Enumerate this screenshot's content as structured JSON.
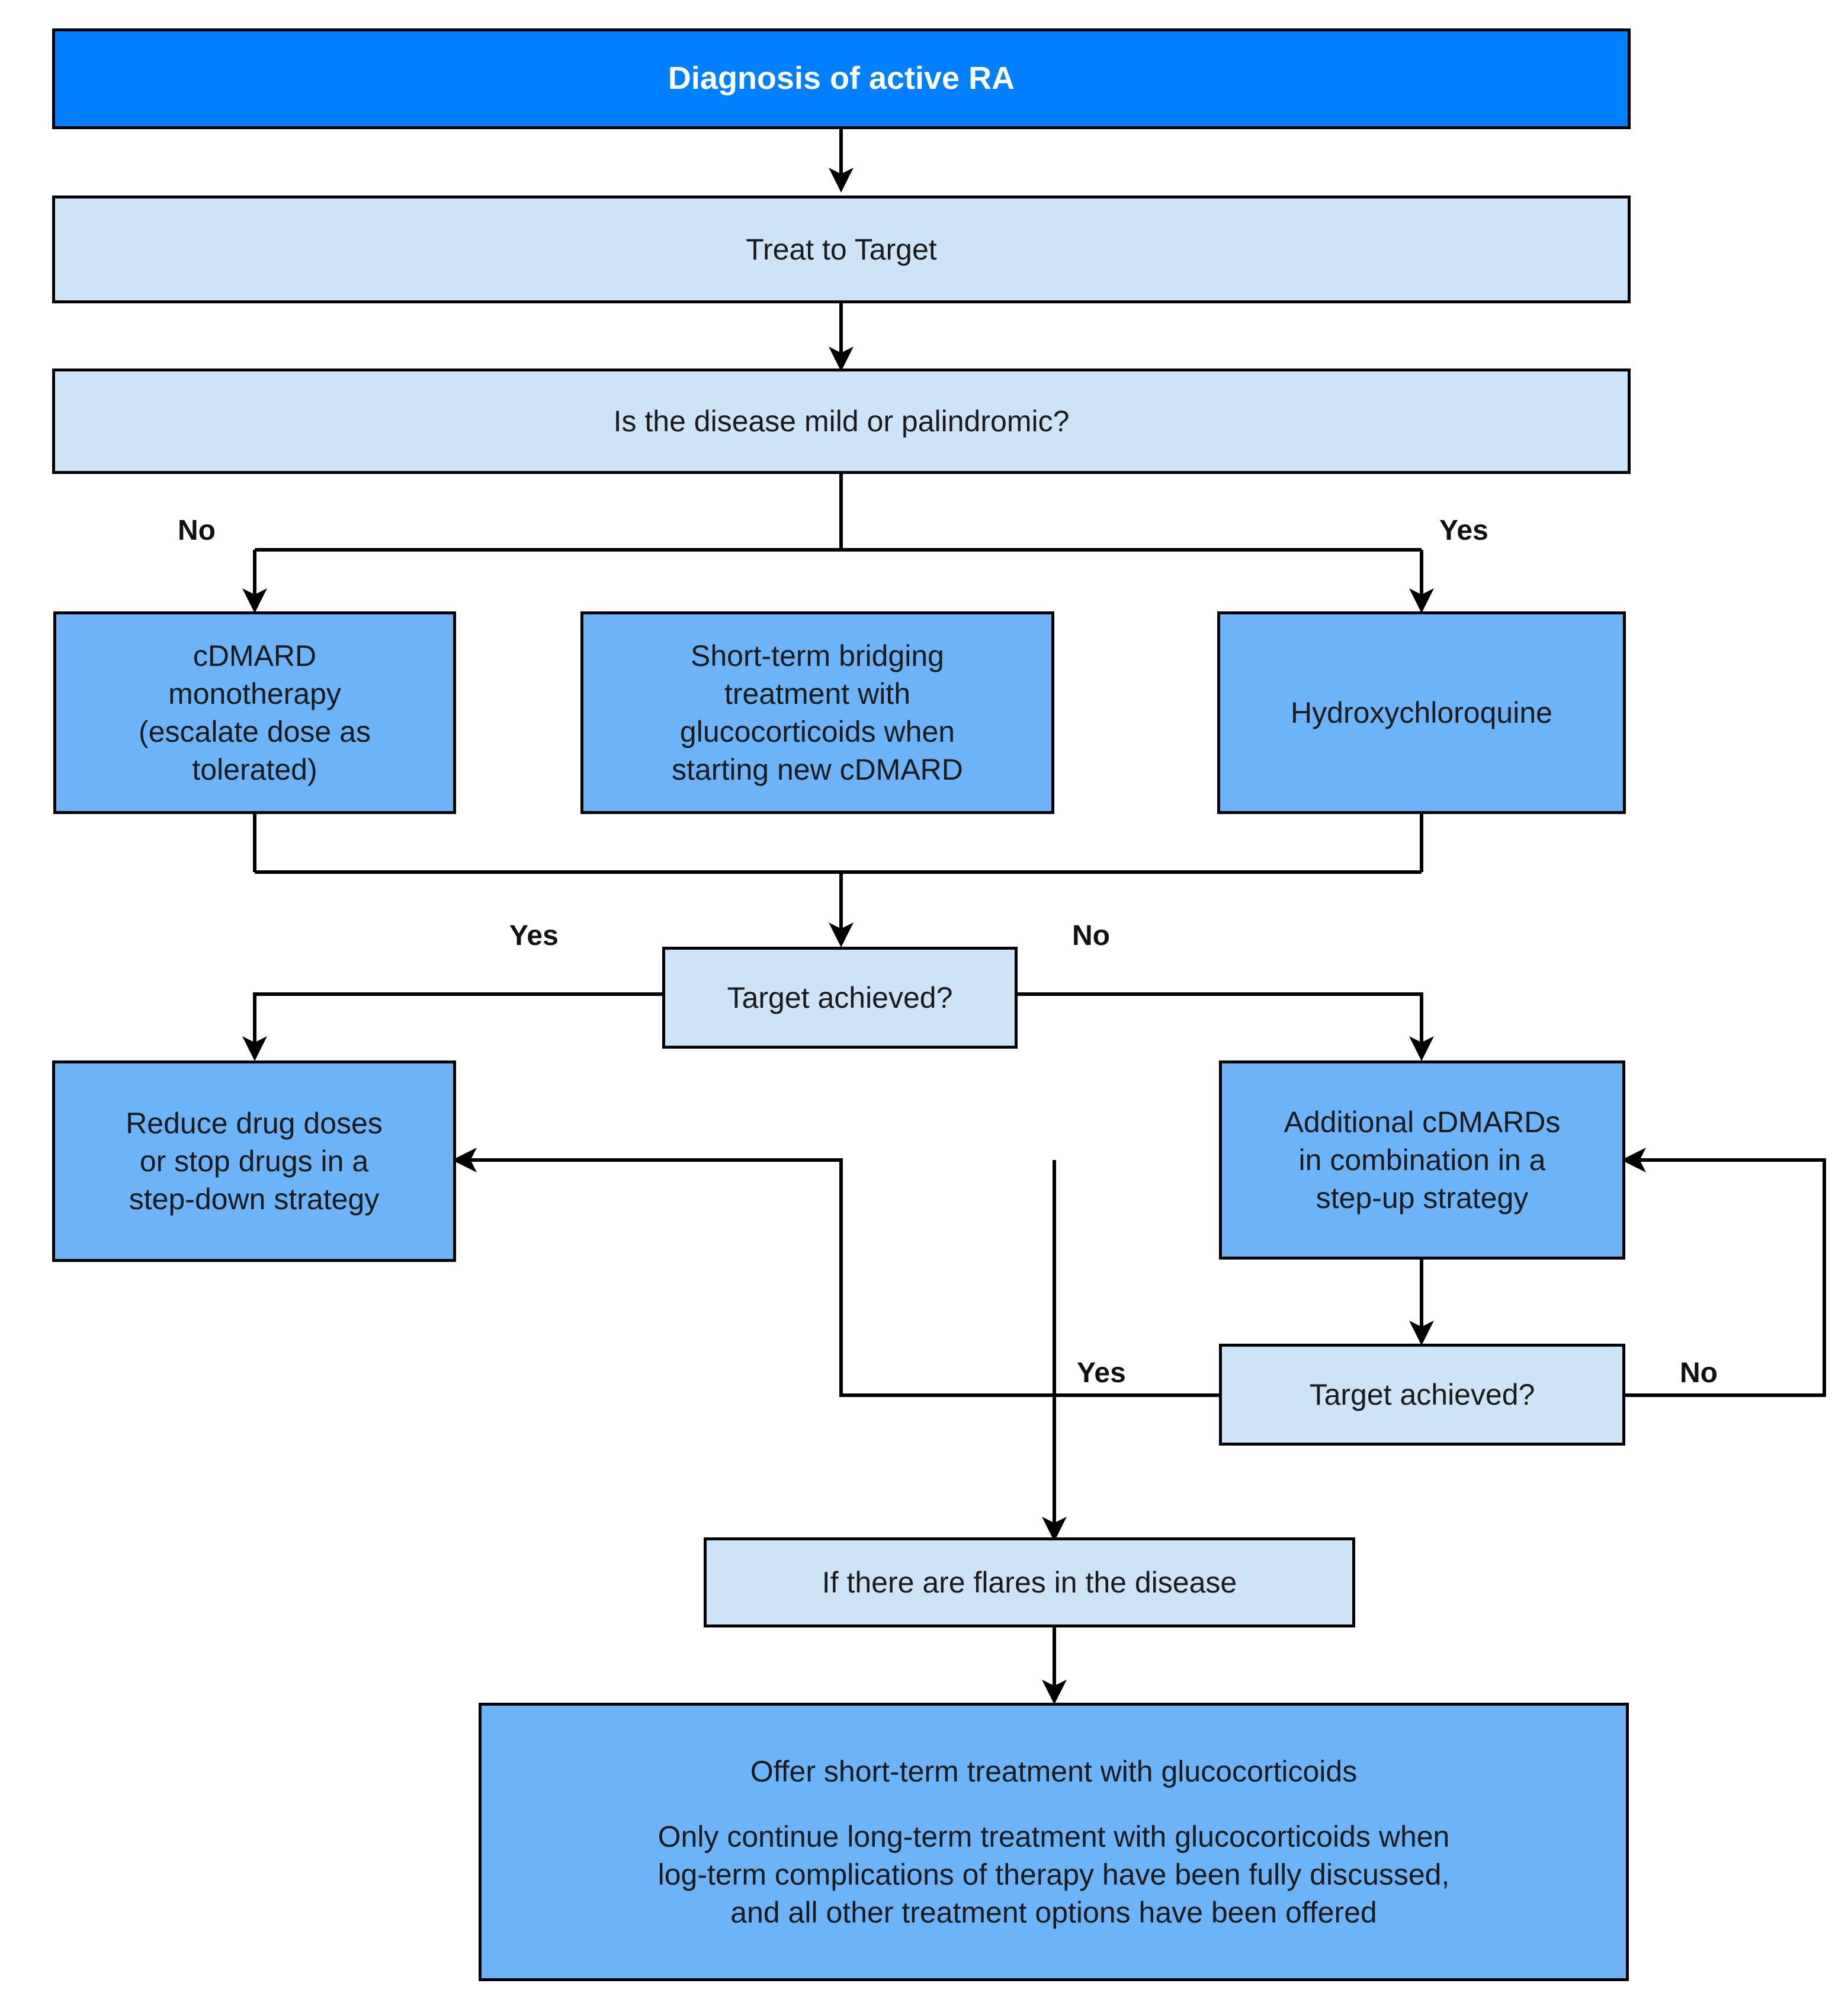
{
  "diagram": {
    "title": "Rheumatoid arthritis treatment pathway flowchart",
    "colors": {
      "header_fill": "#0080ff",
      "action_fill": "#6cb4f7",
      "decision_fill": "#cde3f8",
      "stroke": "#000000",
      "text": "#1a1a1a",
      "header_text": "#ffffff",
      "background": "#ffffff"
    },
    "nodes": {
      "diagnosis": "Diagnosis of active RA",
      "treat_to_target": "Treat to Target",
      "mild_or_palindromic": "Is the disease mild or palindromic?",
      "cdmard_mono": "cDMARD\nmonotherapy\n(escalate dose as\ntolerated)",
      "bridging": "Short-term bridging\ntreatment with\nglucocorticoids when\nstarting new cDMARD",
      "hydroxychloroquine": "Hydroxychloroquine",
      "target_achieved_1": "Target achieved?",
      "step_down": "Reduce drug doses\nor stop drugs in a\nstep-down strategy",
      "step_up": "Additional cDMARDs\nin combination in a\nstep-up strategy",
      "target_achieved_2": "Target achieved?",
      "flares": "If there are flares in the disease",
      "glucocorticoids_para1": "Offer short-term treatment with glucocorticoids",
      "glucocorticoids_para2": "Only continue long-term treatment with glucocorticoids when\nlog-term complications of therapy have been fully discussed,\nand all other treatment options have been offered"
    },
    "edge_labels": {
      "branch_no": "No",
      "branch_yes": "Yes",
      "t1_yes": "Yes",
      "t1_no": "No",
      "t2_yes": "Yes",
      "t2_no": "No"
    }
  }
}
